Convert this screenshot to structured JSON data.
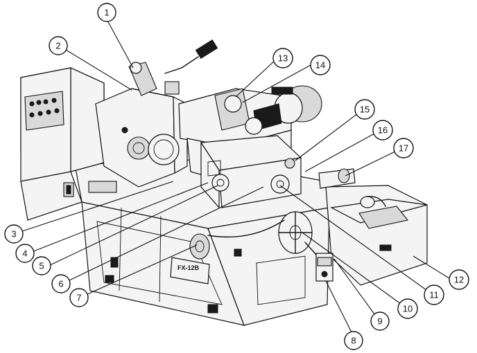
{
  "callouts": [
    "1",
    "2",
    "3",
    "4",
    "5",
    "6",
    "7",
    "8",
    "9",
    "10",
    "11",
    "12",
    "13",
    "14",
    "15",
    "16",
    "17"
  ],
  "machine_plate": {
    "model": "FX-12B"
  }
}
